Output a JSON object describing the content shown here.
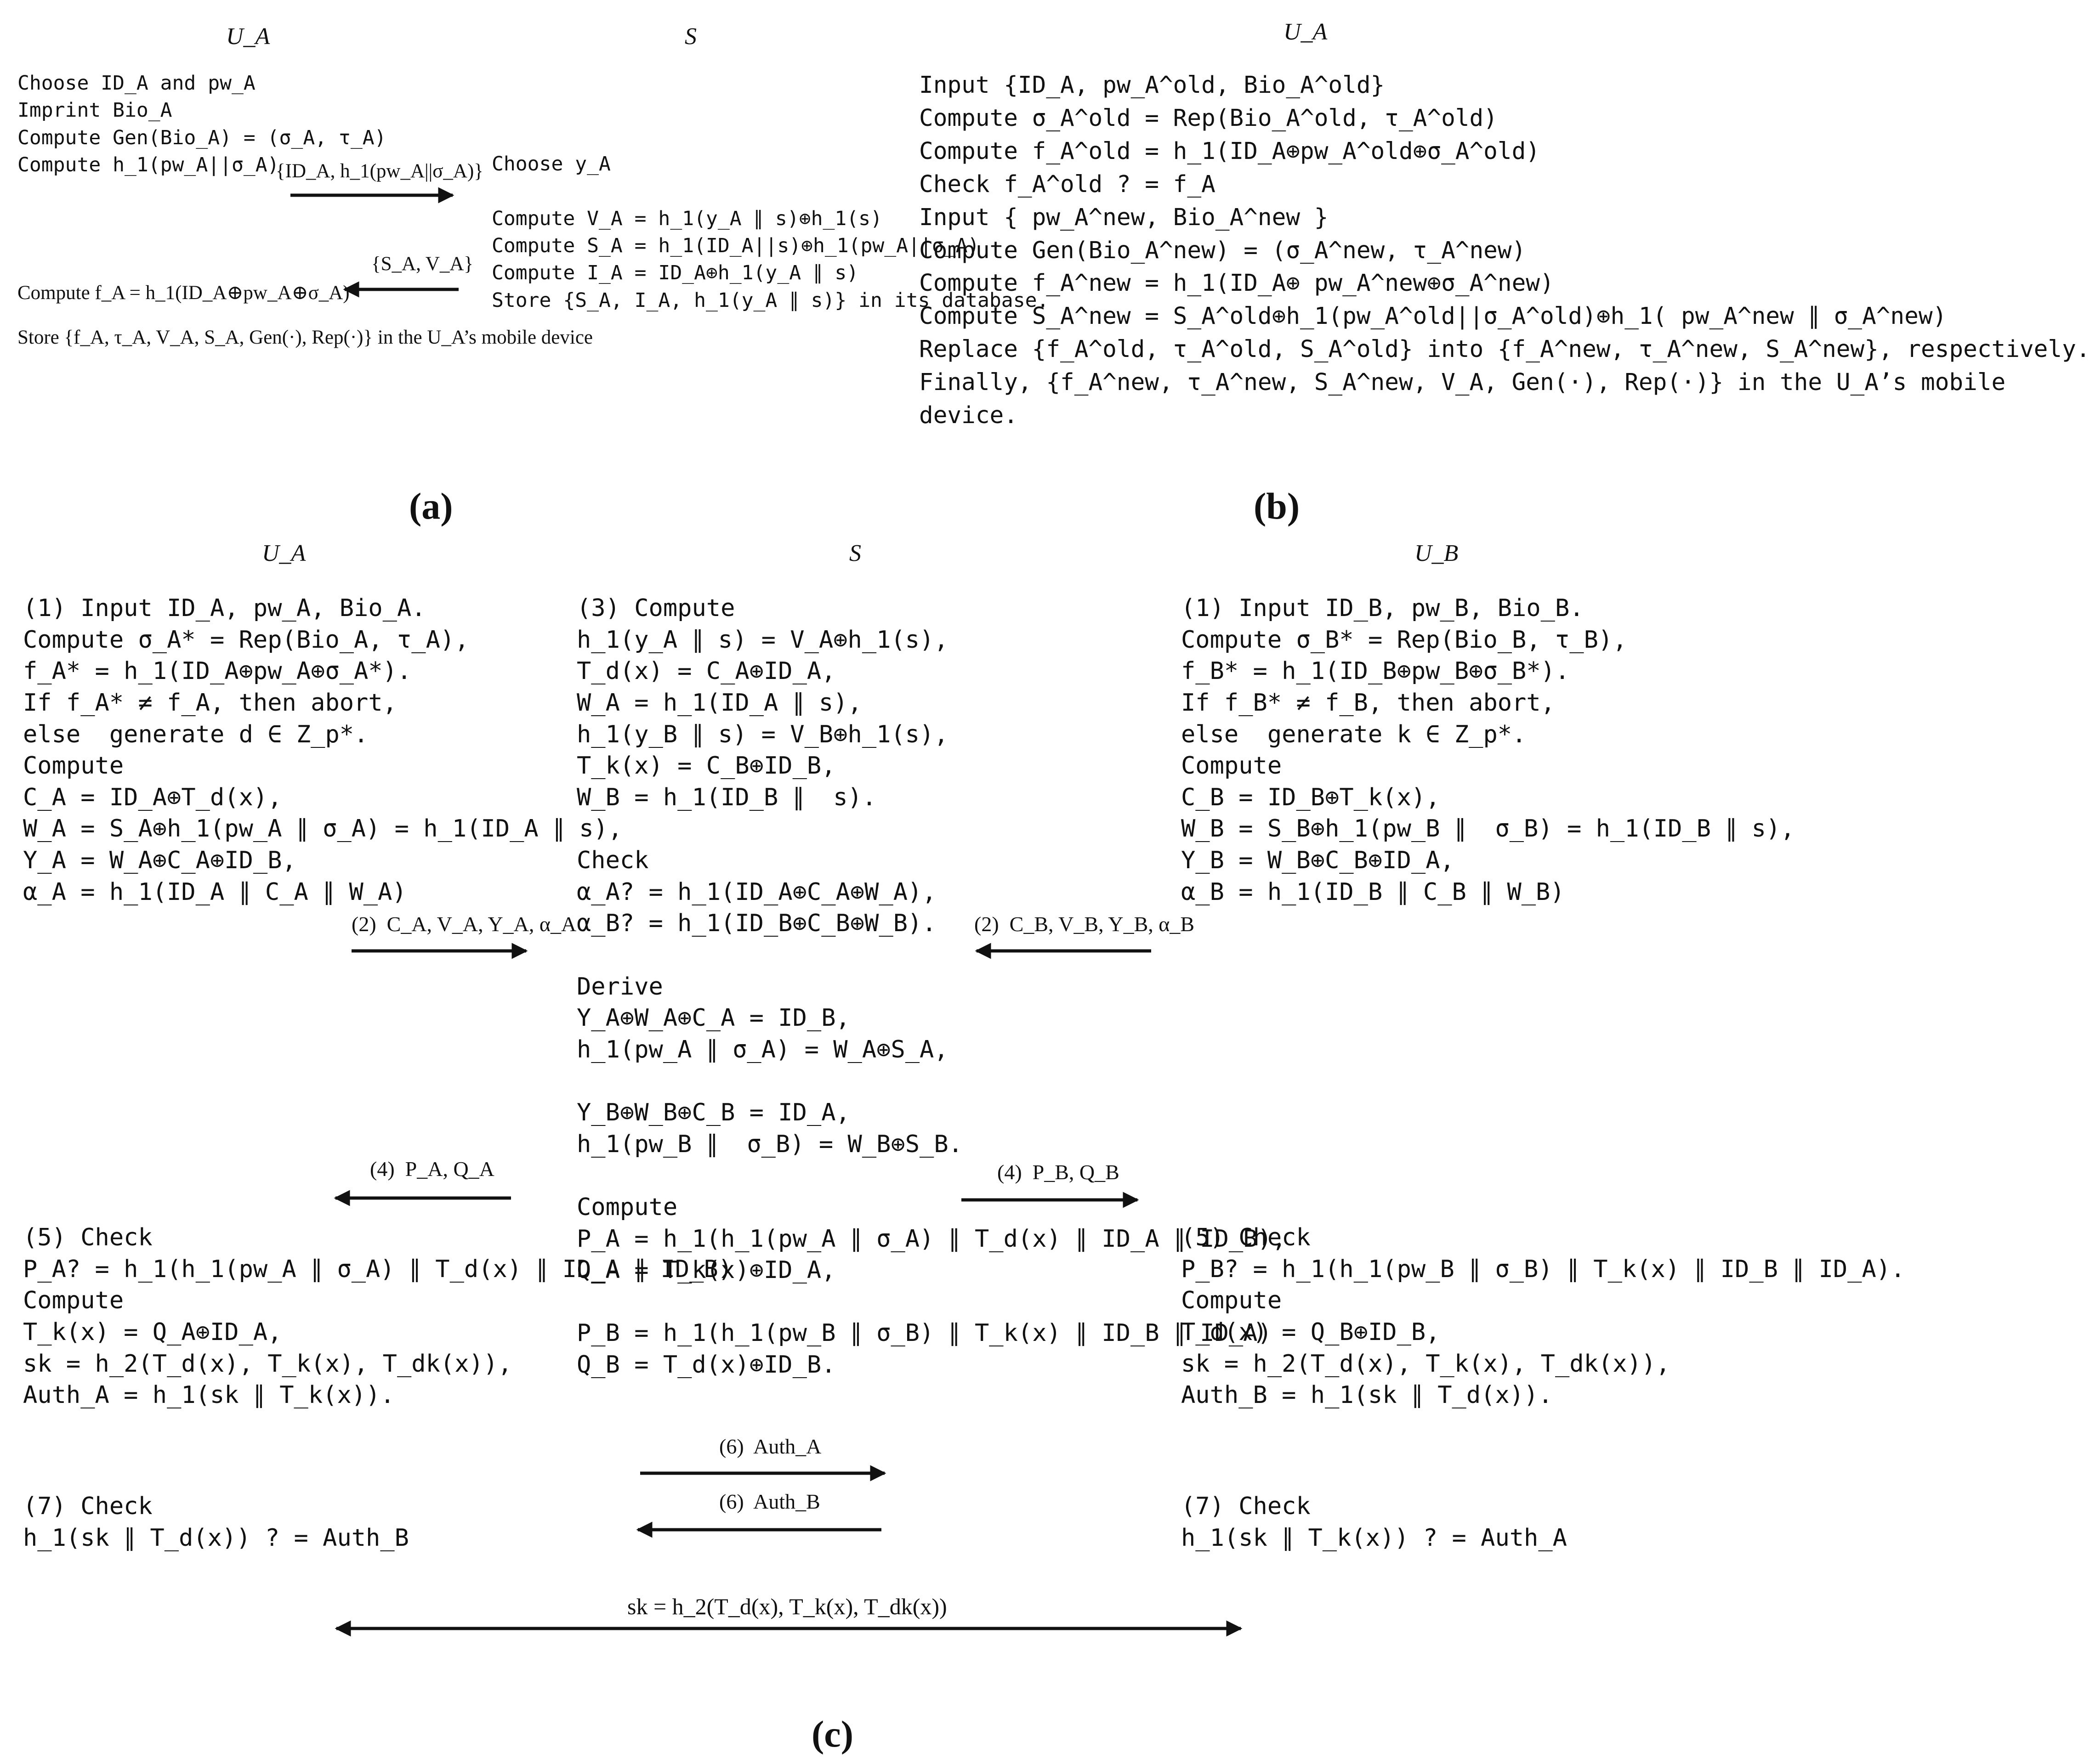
{
  "panel_a": {
    "caption": "(a)",
    "header_left": "U_A",
    "header_right": "S",
    "left_lines": [
      "Choose ID_A and pw_A",
      "Imprint Bio_A",
      "Compute Gen(Bio_A) = (σ_A, τ_A)",
      "Compute h_1(pw_A||σ_A)"
    ],
    "left_bottom": "Compute f_A = h_1(ID_A⊕pw_A⊕σ_A)",
    "store_line": "Store {f_A, τ_A, V_A, S_A, Gen(·), Rep(·)} in the U_A’s mobile device",
    "right_lines": [
      "Choose y_A",
      "",
      "Compute V_A = h_1(y_A ∥ s)⊕h_1(s)",
      "Compute S_A = h_1(ID_A||s)⊕h_1(pw_A||σ_A)",
      "Compute I_A = ID_A⊕h_1(y_A ∥ s)",
      "Store {S_A, I_A, h_1(y_A ∥ s)} in its database."
    ],
    "msg_to_server": "{ID_A, h_1(pw_A||σ_A)}",
    "msg_to_user": "{S_A, V_A}"
  },
  "panel_b": {
    "caption": "(b)",
    "header": "U_A",
    "lines": [
      "Input {ID_A, pw_A^old, Bio_A^old}",
      "Compute σ_A^old = Rep(Bio_A^old, τ_A^old)",
      "Compute f_A^old = h_1(ID_A⊕pw_A^old⊕σ_A^old)",
      "Check f_A^old ? = f_A",
      "Input { pw_A^new, Bio_A^new }",
      "Compute Gen(Bio_A^new) = (σ_A^new, τ_A^new)",
      "Compute f_A^new = h_1(ID_A⊕ pw_A^new⊕σ_A^new)",
      "Compute S_A^new = S_A^old⊕h_1(pw_A^old||σ_A^old)⊕h_1( pw_A^new ∥ σ_A^new)",
      "Replace {f_A^old, τ_A^old, S_A^old} into {f_A^new, τ_A^new, S_A^new}, respectively.",
      "Finally, {f_A^new, τ_A^new, S_A^new, V_A, Gen(·), Rep(·)} in the U_A’s mobile",
      "device."
    ]
  },
  "panel_c": {
    "caption": "(c)",
    "header_ua": "U_A",
    "header_s": "S",
    "header_ub": "U_B",
    "ua_step1": [
      "(1) Input ID_A, pw_A, Bio_A.",
      "Compute σ_A* = Rep(Bio_A, τ_A),",
      "f_A* = h_1(ID_A⊕pw_A⊕σ_A*).",
      "If f_A* ≠ f_A, then abort,",
      "else  generate d ∈ Z_p*.",
      "Compute",
      "C_A = ID_A⊕T_d(x),",
      "W_A = S_A⊕h_1(pw_A ∥ σ_A) = h_1(ID_A ∥ s),",
      "Y_A = W_A⊕C_A⊕ID_B,",
      "α_A = h_1(ID_A ∥ C_A ∥ W_A)"
    ],
    "ub_step1": [
      "(1) Input ID_B, pw_B, Bio_B.",
      "Compute σ_B* = Rep(Bio_B, τ_B),",
      "f_B* = h_1(ID_B⊕pw_B⊕σ_B*).",
      "If f_B* ≠ f_B, then abort,",
      "else  generate k ∈ Z_p*.",
      "Compute",
      "C_B = ID_B⊕T_k(x),",
      "W_B = S_B⊕h_1(pw_B ∥  σ_B) = h_1(ID_B ∥ s),",
      "Y_B = W_B⊕C_B⊕ID_A,",
      "α_B = h_1(ID_B ∥ C_B ∥ W_B)"
    ],
    "s_step3": [
      "(3) Compute",
      "h_1(y_A ∥ s) = V_A⊕h_1(s),",
      "T_d(x) = C_A⊕ID_A,",
      "W_A = h_1(ID_A ∥ s),",
      "h_1(y_B ∥ s) = V_B⊕h_1(s),",
      "T_k(x) = C_B⊕ID_B,",
      "W_B = h_1(ID_B ∥  s).",
      "",
      "Check",
      "α_A? = h_1(ID_A⊕C_A⊕W_A),",
      "α_B? = h_1(ID_B⊕C_B⊕W_B).",
      "",
      "Derive",
      "Y_A⊕W_A⊕C_A = ID_B,",
      "h_1(pw_A ∥ σ_A) = W_A⊕S_A,",
      "",
      "Y_B⊕W_B⊕C_B = ID_A,",
      "h_1(pw_B ∥  σ_B) = W_B⊕S_B.",
      "",
      "Compute",
      "P_A = h_1(h_1(pw_A ∥ σ_A) ∥ T_d(x) ∥ ID_A ∥ ID_B),",
      "Q_A = T_k(x)⊕ID_A,",
      "",
      "P_B = h_1(h_1(pw_B ∥ σ_B) ∥ T_k(x) ∥ ID_B ∥ ID_A)",
      "Q_B = T_d(x)⊕ID_B."
    ],
    "ua_step5": [
      "(5) Check",
      "P_A? = h_1(h_1(pw_A ∥ σ_A) ∥ T_d(x) ∥ ID_A ∥ ID_B)",
      "Compute",
      "T_k(x) = Q_A⊕ID_A,",
      "sk = h_2(T_d(x), T_k(x), T_dk(x)),",
      "Auth_A = h_1(sk ∥ T_k(x))."
    ],
    "ub_step5": [
      "(5) Check",
      "P_B? = h_1(h_1(pw_B ∥ σ_B) ∥ T_k(x) ∥ ID_B ∥ ID_A).",
      "Compute",
      "T_d(x) = Q_B⊕ID_B,",
      "sk = h_2(T_d(x), T_k(x), T_dk(x)),",
      "Auth_B = h_1(sk ∥ T_d(x))."
    ],
    "ua_step7": [
      "(7) Check",
      "h_1(sk ∥ T_d(x)) ? = Auth_B"
    ],
    "ub_step7": [
      "(7) Check",
      "h_1(sk ∥ T_k(x)) ? = Auth_A"
    ],
    "msg2_a": "(2)  C_A, V_A, Y_A, α_A",
    "msg2_b": "(2)  C_B, V_B, Y_B, α_B",
    "msg4_a": "(4)  P_A, Q_A",
    "msg4_b": "(4)  P_B, Q_B",
    "msg6_a": "(6)  Auth_A",
    "msg6_b": "(6)  Auth_B",
    "session_key": "sk = h_2(T_d(x), T_k(x), T_dk(x))"
  }
}
